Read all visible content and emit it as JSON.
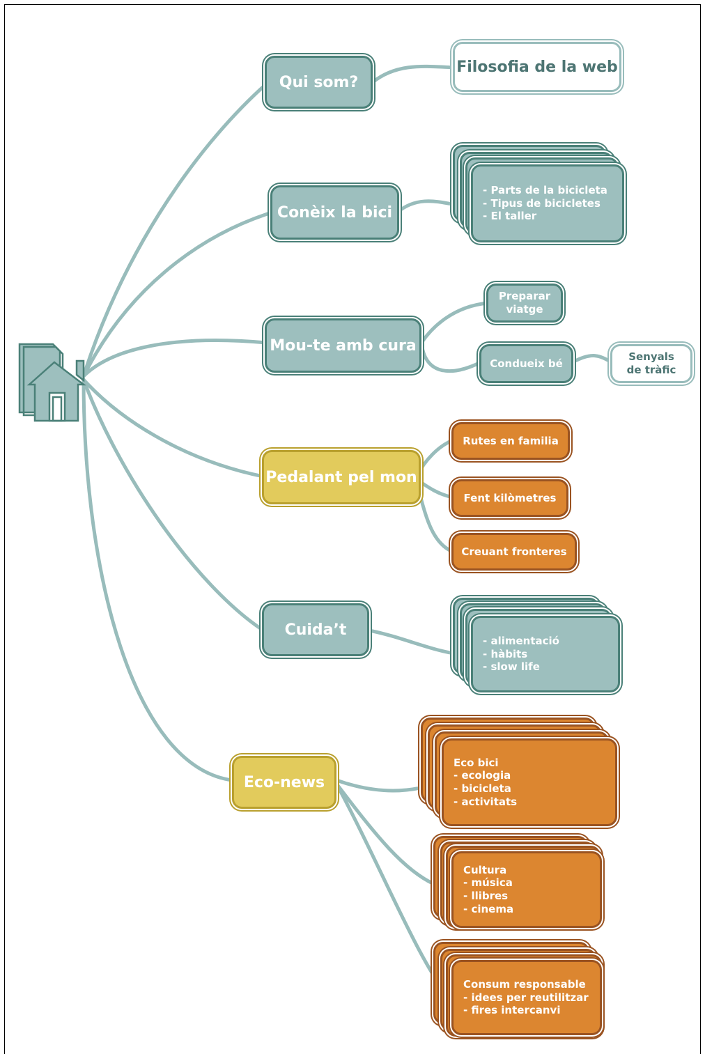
{
  "nodes": {
    "qui_som": "Qui som?",
    "filosofia": "Filosofia de la web",
    "coneix": "Conèix la bici",
    "coneix_items": [
      "- Parts de la bicicleta",
      "- Tipus de bicicletes",
      "- El taller"
    ],
    "moute": "Mou-te amb cura",
    "preparar": [
      "Preparar",
      "viatge"
    ],
    "condueix": "Condueix bé",
    "senyals": [
      "Senyals",
      "de tràfic"
    ],
    "pedalant": "Pedalant pel mon",
    "rutes": "Rutes en familia",
    "fent": "Fent kilòmetres",
    "creuant": "Creuant fronteres",
    "cuidat": "Cuida’t",
    "cuidat_items": [
      "- alimentació",
      "- hàbits",
      "- slow life"
    ],
    "eco_news": "Eco-news",
    "eco_bici": [
      "Eco bici",
      "- ecologia",
      "- bicicleta",
      "- activitats"
    ],
    "cultura": [
      "Cultura",
      "- música",
      "- llibres",
      "- cinema"
    ],
    "consum": [
      "Consum responsable",
      "- idees per reutilitzar",
      "- fires intercanvi"
    ]
  },
  "colors": {
    "teal_fill": "#9dbfbe",
    "teal_border": "#4a8078",
    "yellow_fill": "#e2cb5c",
    "orange_fill": "#dc8630",
    "link": "#98bcbb"
  },
  "icons": {
    "home": "home-icon"
  }
}
